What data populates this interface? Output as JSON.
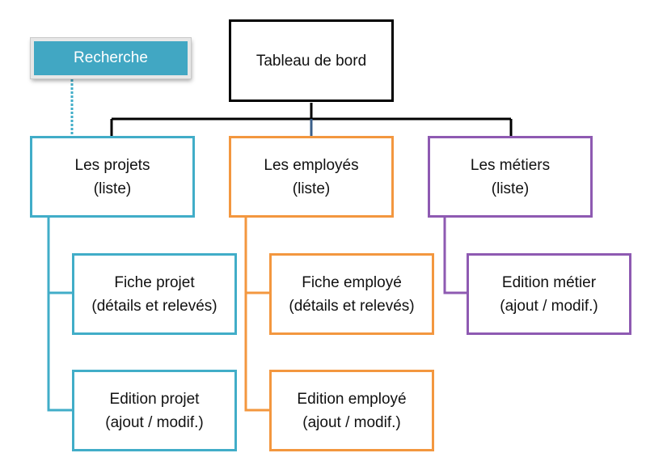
{
  "search": {
    "label": "Recherche"
  },
  "root": {
    "label": "Tableau de bord"
  },
  "columns": [
    {
      "id": "projets",
      "color": "#41adc8",
      "title": [
        "Les projets",
        "(liste)"
      ],
      "children": [
        [
          "Fiche projet",
          "(détails et relevés)"
        ],
        [
          "Edition projet",
          "(ajout / modif.)"
        ]
      ]
    },
    {
      "id": "employes",
      "color": "#f3973f",
      "title": [
        "Les employés",
        "(liste)"
      ],
      "children": [
        [
          "Fiche employé",
          "(détails et relevés)"
        ],
        [
          "Edition employé",
          "(ajout / modif.)"
        ]
      ]
    },
    {
      "id": "metiers",
      "color": "#8e5ab2",
      "title": [
        "Les métiers",
        "(liste)"
      ],
      "children": [
        [
          "Edition métier",
          "(ajout / modif.)"
        ]
      ]
    }
  ],
  "colors": {
    "root": "#000000",
    "search": "#41a7c3",
    "search_link": "#41adc8",
    "center_link": "#3b5f8a"
  }
}
